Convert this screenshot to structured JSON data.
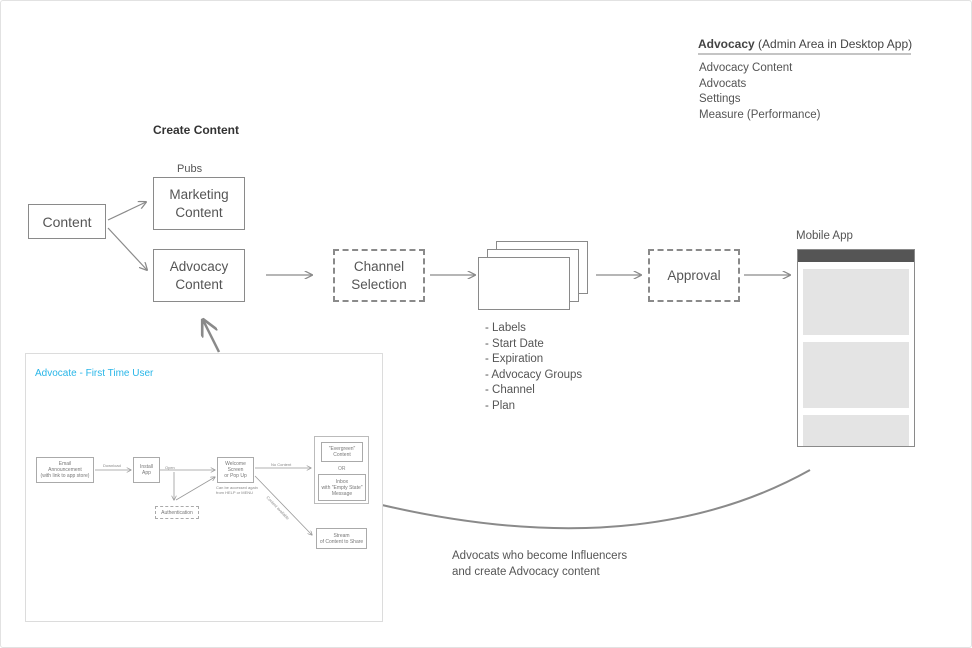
{
  "admin": {
    "title": "Advocacy",
    "subtitle": "(Admin Area in Desktop App)",
    "items": [
      "Advocacy Content",
      "Advocats",
      "Settings",
      "Measure (Performance)"
    ]
  },
  "create_content": {
    "title": "Create Content",
    "pubs_label": "Pubs"
  },
  "nodes": {
    "content": "Content",
    "marketing_1": "Marketing",
    "marketing_2": "Content",
    "advocacy_1": "Advocacy",
    "advocacy_2": "Content",
    "channel_1": "Channel",
    "channel_2": "Selection",
    "approval": "Approval",
    "mobile_app": "Mobile App"
  },
  "attributes": [
    "- Labels",
    "- Start Date",
    "- Expiration",
    "- Advocacy Groups",
    "- Channel",
    "- Plan"
  ],
  "influencer_note": [
    "Advocats who become Influencers",
    "and create Advocacy content"
  ],
  "first_time_user": {
    "title": "Advocate - First Time User",
    "email_1": "Email",
    "email_2": "Announcement",
    "email_3": "(with link to app store)",
    "download": "Download",
    "install_1": "Install",
    "install_2": "App",
    "open": "Open",
    "authentication": "Authentication",
    "welcome_1": "Welcome",
    "welcome_2": "Screen",
    "welcome_3": "or Pop Up",
    "welcome_note_1": "Can be accessed again",
    "welcome_note_2": "from HELP or MENU",
    "no_content": "No Content",
    "content_available": "Content available",
    "evergreen_1": "\"Evergreen\"",
    "evergreen_2": "Content",
    "or": "OR",
    "inbox_1": "Inbox",
    "inbox_2": "with \"Empty State\"",
    "inbox_3": "Message",
    "stream_1": "Stream",
    "stream_2": "of Content to Share"
  },
  "colors": {
    "line": "#8a8a8a",
    "accent": "#29b6e8",
    "device_bar": "#555555",
    "device_block": "#e4e4e4"
  }
}
